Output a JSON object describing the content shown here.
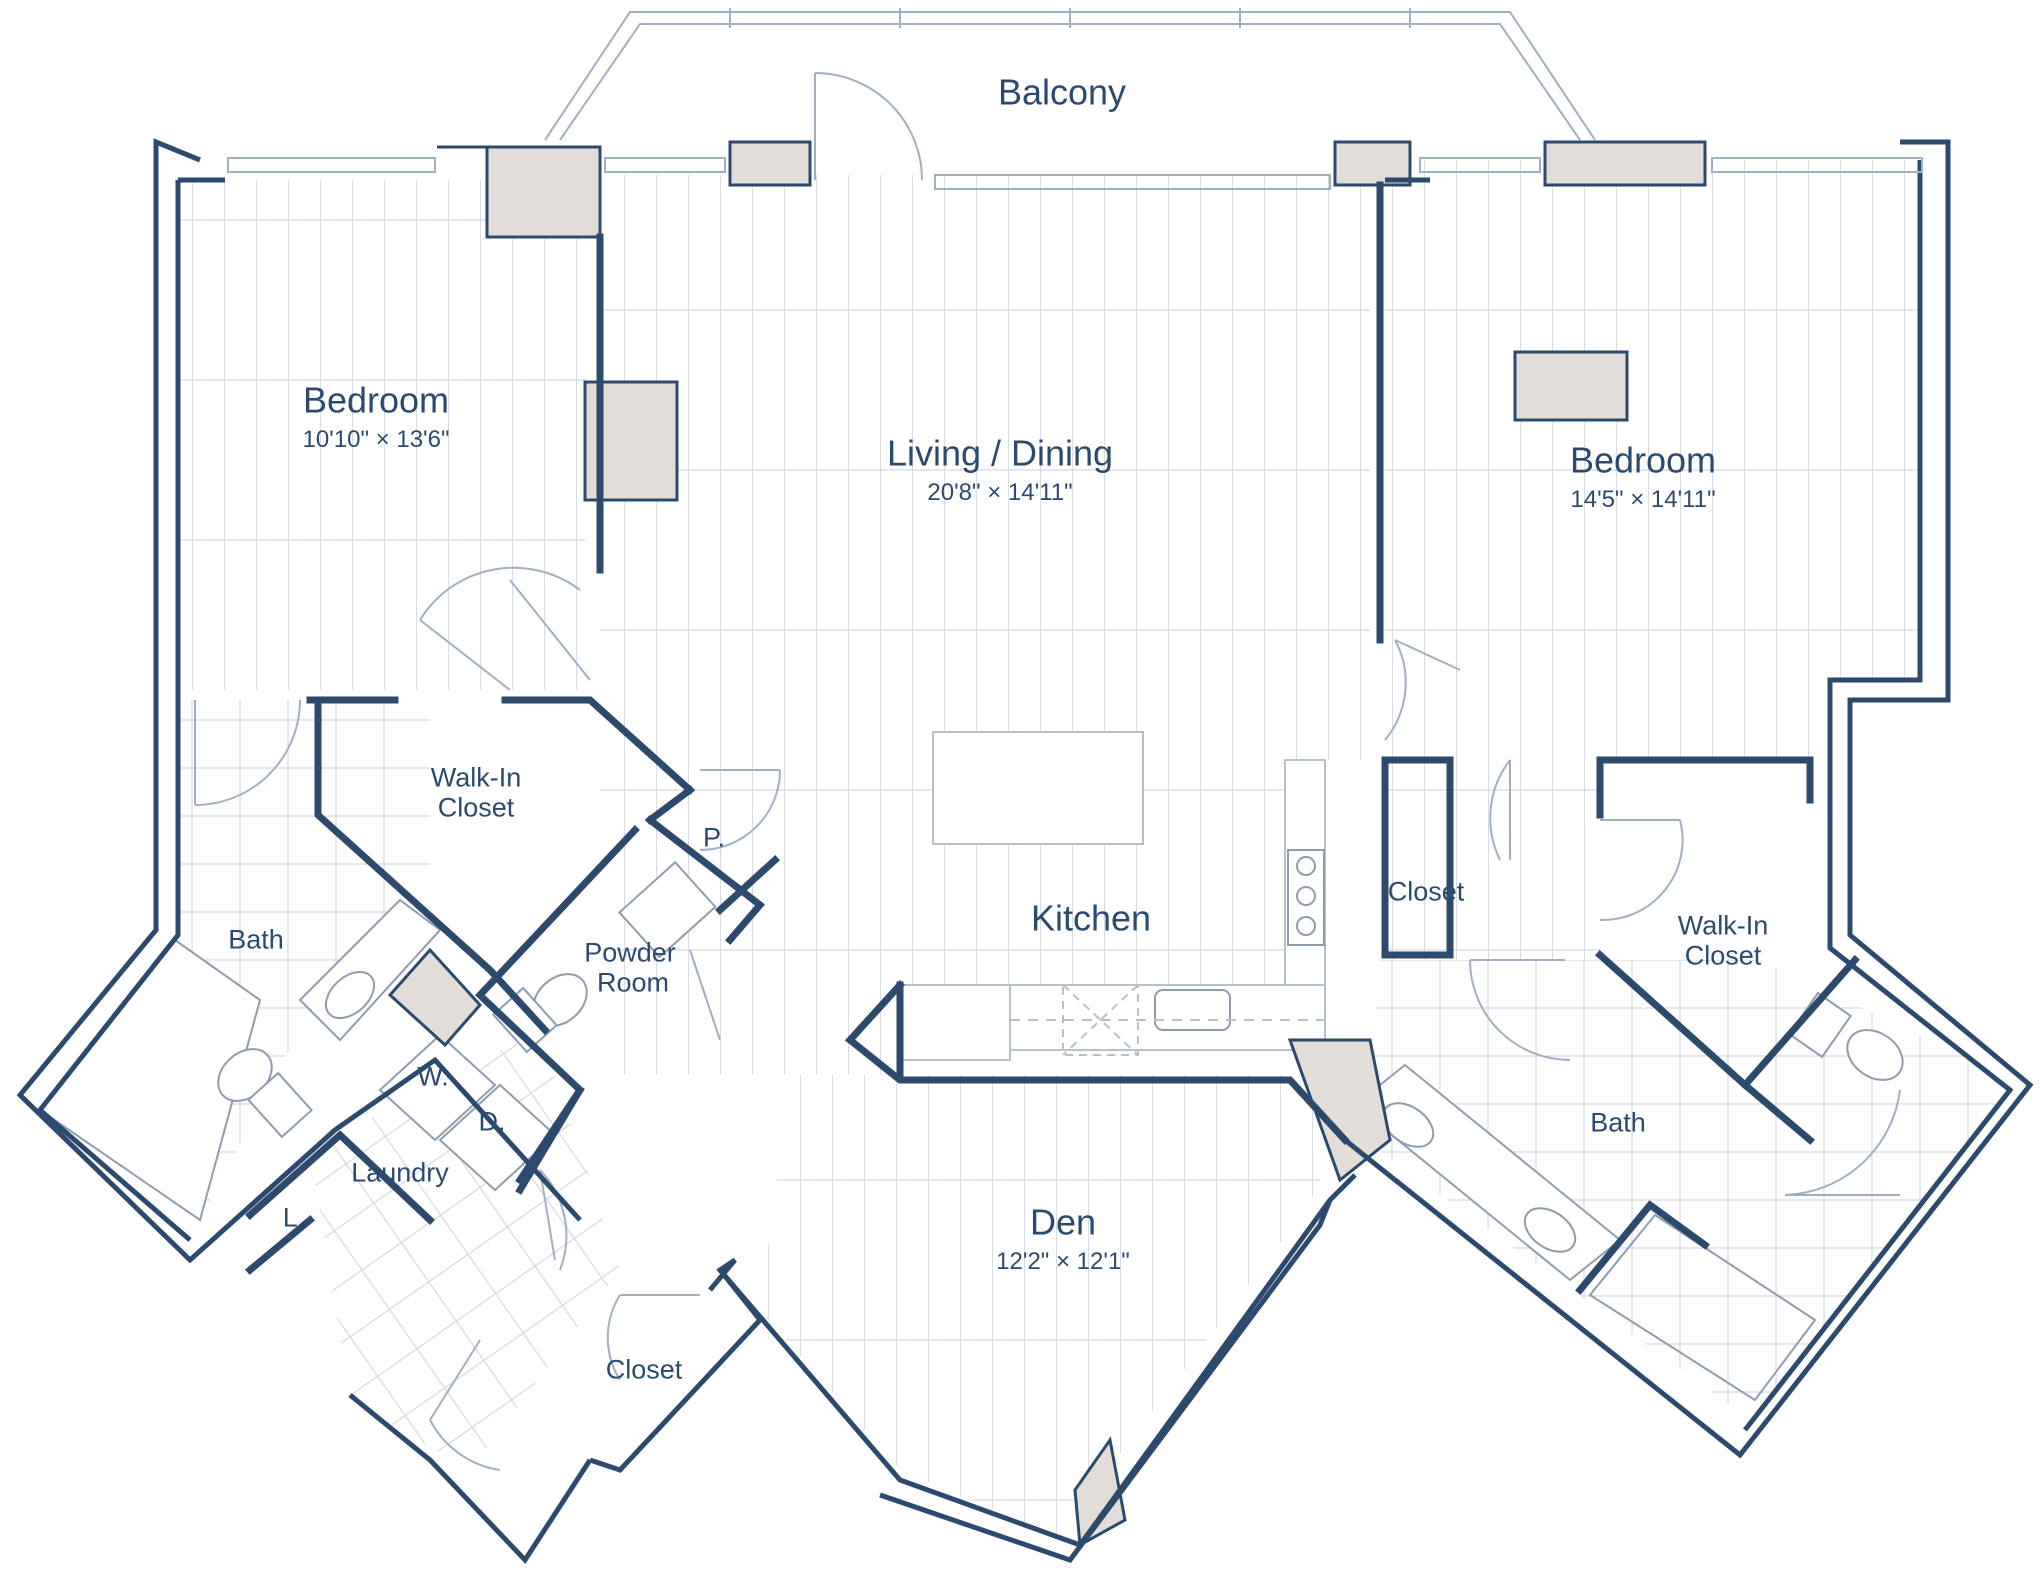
{
  "colors": {
    "wall": "#2c4a6e",
    "wall_fill": "#e2ddd8",
    "floor_lines": "#c9d0d8",
    "text": "#2c4a6e",
    "background": "#ffffff"
  },
  "rooms": {
    "balcony": {
      "name": "Balcony"
    },
    "bedroom_left": {
      "name": "Bedroom",
      "dimensions": "10'10\" × 13'6\""
    },
    "living_dining": {
      "name": "Living / Dining",
      "dimensions": "20'8\" × 14'11\""
    },
    "bedroom_right": {
      "name": "Bedroom",
      "dimensions": "14'5\" × 14'11\""
    },
    "walkin_left": {
      "name_line1": "Walk-In",
      "name_line2": "Closet"
    },
    "pantry": {
      "name": "P."
    },
    "powder_room": {
      "name_line1": "Powder",
      "name_line2": "Room"
    },
    "kitchen": {
      "name": "Kitchen"
    },
    "closet_right": {
      "name": "Closet"
    },
    "walkin_right": {
      "name_line1": "Walk-In",
      "name_line2": "Closet"
    },
    "bath_left": {
      "name": "Bath"
    },
    "washer": {
      "name": "W."
    },
    "dryer": {
      "name": "D."
    },
    "laundry": {
      "name": "Laundry"
    },
    "linen": {
      "name": "L."
    },
    "closet_bottom": {
      "name": "Closet"
    },
    "den": {
      "name": "Den",
      "dimensions": "12'2\" × 12'1\""
    },
    "bath_right": {
      "name": "Bath"
    }
  }
}
